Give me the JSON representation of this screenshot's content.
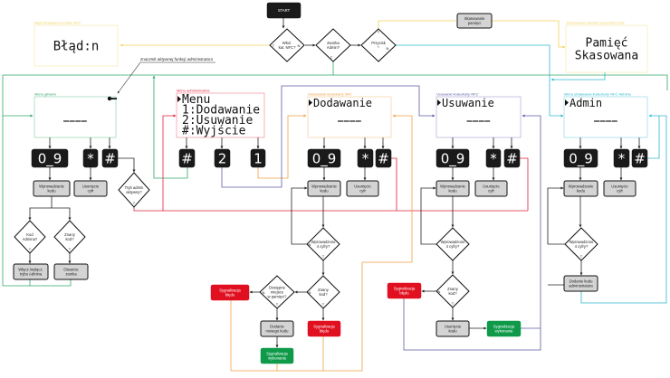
{
  "colors": {
    "green": "#2fa86a",
    "red": "#e0203a",
    "orange": "#f0a040",
    "purple": "#5b5ba8",
    "cyan": "#30b8d0",
    "yellow": "#f2d35a",
    "process_fill": "#d4d4d4",
    "error_fill": "#e01020",
    "success_fill": "#0f9a4a",
    "key_fill": "#1a1a1a"
  },
  "annotation": "znacznik aktywnej funkcji administratora",
  "icons": {
    "admin_marker": "key-icon",
    "menu_cursor": "triangle-right-icon"
  },
  "screens": [
    {
      "id": "s_error",
      "title": "Błąd inicjalizacji modułu NFC",
      "lines": [
        "Błąd:n"
      ],
      "color": "yellow"
    },
    {
      "id": "s_erased",
      "title": "Skasowanie pamięci wszystkich kart",
      "lines": [
        "Pamięć",
        "Skasowana"
      ],
      "color": "yellow"
    },
    {
      "id": "s_main",
      "title": "Menu główne",
      "lines": [],
      "color": "green"
    },
    {
      "id": "s_admin",
      "title": "Menu administratora",
      "lines": [
        "Menu",
        "1:Dodawanie",
        "2:Usuwanie",
        "#:Wyjście"
      ],
      "color": "red"
    },
    {
      "id": "s_add",
      "title": "Dodawanie kodu/karty NFC",
      "lines": [
        "Dodawanie"
      ],
      "color": "orange"
    },
    {
      "id": "s_remove",
      "title": "Usuwanie kodu/karty NFC",
      "lines": [
        "Usuwanie"
      ],
      "color": "purple"
    },
    {
      "id": "s_adm",
      "title": "Menu dodawania kodu/karty NFC Admina",
      "lines": [
        "Admin"
      ],
      "color": "cyan"
    }
  ],
  "nodes": [
    {
      "id": "start",
      "kind": "terminal",
      "lines": [
        "START"
      ]
    },
    {
      "id": "d_card",
      "kind": "decision",
      "lines": [
        "Włoż.",
        "kat. NFC?"
      ]
    },
    {
      "id": "d_jumper",
      "kind": "decision",
      "lines": [
        "Zworka",
        "Admin?"
      ]
    },
    {
      "id": "d_button",
      "kind": "decision",
      "lines": [
        "Przycisk",
        "*"
      ]
    },
    {
      "id": "p_erase",
      "kind": "process",
      "lines": [
        "Skasowanie",
        "pamięci"
      ]
    },
    {
      "id": "m_k09",
      "kind": "key",
      "lines": [
        "0_9"
      ]
    },
    {
      "id": "m_kstar",
      "kind": "key",
      "lines": [
        "*"
      ]
    },
    {
      "id": "m_khash",
      "kind": "key",
      "lines": [
        "#"
      ]
    },
    {
      "id": "m_enter",
      "kind": "process",
      "lines": [
        "Wprowadzanie",
        "kodu"
      ]
    },
    {
      "id": "m_del",
      "kind": "process",
      "lines": [
        "Usunięcie",
        "cyfr"
      ]
    },
    {
      "id": "d_admin_mode",
      "kind": "decision",
      "lines": [
        "Tryb admin",
        "aktywny?"
      ]
    },
    {
      "id": "d_admin_code",
      "kind": "decision",
      "lines": [
        "Kod",
        "Admina?"
      ]
    },
    {
      "id": "d_known",
      "kind": "decision",
      "lines": [
        "Znany",
        "kod?"
      ]
    },
    {
      "id": "p_toggle",
      "kind": "process",
      "lines": [
        "Włącz./wyłącz.",
        "trybu Admina"
      ]
    },
    {
      "id": "p_open",
      "kind": "process",
      "lines": [
        "Otwarcie",
        "zamka"
      ]
    },
    {
      "id": "a_khash",
      "kind": "key",
      "lines": [
        "#"
      ]
    },
    {
      "id": "a_k2",
      "kind": "key",
      "lines": [
        "2"
      ]
    },
    {
      "id": "a_k1",
      "kind": "key",
      "lines": [
        "1"
      ]
    },
    {
      "id": "add_k09",
      "kind": "key",
      "lines": [
        "0_9"
      ]
    },
    {
      "id": "add_kstar",
      "kind": "key",
      "lines": [
        "*"
      ]
    },
    {
      "id": "add_khash",
      "kind": "key",
      "lines": [
        "#"
      ]
    },
    {
      "id": "add_enter",
      "kind": "process",
      "lines": [
        "Wprowadzanie",
        "kodu"
      ]
    },
    {
      "id": "add_del",
      "kind": "process",
      "lines": [
        "Usunięcie",
        "cyfr"
      ]
    },
    {
      "id": "add_d4",
      "kind": "decision",
      "lines": [
        "Wprowadzono",
        "4 cyfry?"
      ]
    },
    {
      "id": "add_dknown",
      "kind": "decision",
      "lines": [
        "Znany",
        "kod?"
      ]
    },
    {
      "id": "add_dspace",
      "kind": "decision",
      "lines": [
        "Dostępne",
        "miejsce",
        "w pamięci?"
      ]
    },
    {
      "id": "add_err1",
      "kind": "error",
      "lines": [
        "Sygnalizacja",
        "błędu"
      ]
    },
    {
      "id": "add_err2",
      "kind": "error",
      "lines": [
        "Sygnalizacja",
        "błędu"
      ]
    },
    {
      "id": "add_new",
      "kind": "process",
      "lines": [
        "Dodanie",
        "nowego kodu"
      ]
    },
    {
      "id": "add_ok",
      "kind": "success",
      "lines": [
        "Sygnalizacja",
        "wykonania"
      ]
    },
    {
      "id": "rem_k09",
      "kind": "key",
      "lines": [
        "0_9"
      ]
    },
    {
      "id": "rem_kstar",
      "kind": "key",
      "lines": [
        "*"
      ]
    },
    {
      "id": "rem_khash",
      "kind": "key",
      "lines": [
        "#"
      ]
    },
    {
      "id": "rem_enter",
      "kind": "process",
      "lines": [
        "Wprowadzanie",
        "kodu"
      ]
    },
    {
      "id": "rem_del",
      "kind": "process",
      "lines": [
        "Usunięcie",
        "cyfr"
      ]
    },
    {
      "id": "rem_d4",
      "kind": "decision",
      "lines": [
        "Wprowadzono",
        "4 cyfry?"
      ]
    },
    {
      "id": "rem_dknown",
      "kind": "decision",
      "lines": [
        "Znany",
        "kod?"
      ]
    },
    {
      "id": "rem_err",
      "kind": "error",
      "lines": [
        "Sygnalizacja",
        "błędu"
      ]
    },
    {
      "id": "rem_remove",
      "kind": "process",
      "lines": [
        "Usunięcie",
        "kodu"
      ]
    },
    {
      "id": "rem_ok",
      "kind": "success",
      "lines": [
        "Sygnalizacja",
        "wykonania"
      ]
    },
    {
      "id": "adm_k09",
      "kind": "key",
      "lines": [
        "0_9"
      ]
    },
    {
      "id": "adm_kstar",
      "kind": "key",
      "lines": [
        "*"
      ]
    },
    {
      "id": "adm_khash",
      "kind": "key",
      "lines": [
        "#"
      ]
    },
    {
      "id": "adm_enter",
      "kind": "process",
      "lines": [
        "Wprowadzanie",
        "kodu"
      ]
    },
    {
      "id": "adm_del",
      "kind": "process",
      "lines": [
        "Usunięcie",
        "cyfr"
      ]
    },
    {
      "id": "adm_d4",
      "kind": "decision",
      "lines": [
        "Wprowadzono",
        "4 cyfry?"
      ]
    },
    {
      "id": "adm_add",
      "kind": "process",
      "lines": [
        "Dodanie kodu",
        "administratora"
      ]
    }
  ],
  "branch_labels": [
    "T",
    "N",
    "T",
    "T",
    "N",
    "T",
    "T",
    "T",
    "N",
    "T",
    "N",
    "N",
    "T",
    "T",
    "N",
    "T",
    "T"
  ]
}
